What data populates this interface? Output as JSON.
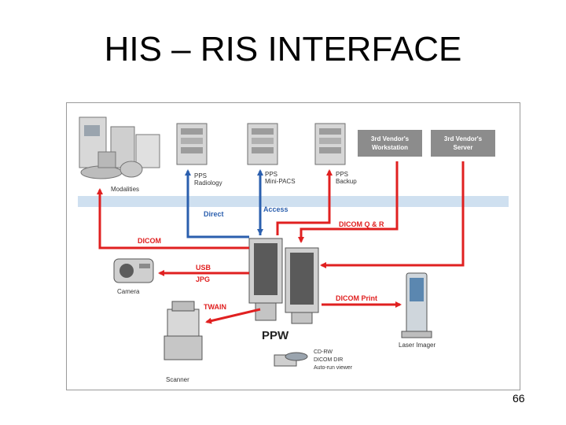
{
  "slide": {
    "title": "HIS – RIS INTERFACE",
    "page_number": "66"
  },
  "diagram": {
    "vendor_workstation": [
      "3rd Vendor's",
      "Workstation"
    ],
    "vendor_server": [
      "3rd Vendor's",
      "Server"
    ],
    "pps_radiology": [
      "PPS",
      "Radiology"
    ],
    "pps_minipacs": [
      "PPS",
      "Mini-PACS"
    ],
    "pps_backup": [
      "PPS",
      "Backup"
    ],
    "modalities": "Modalities",
    "camera": "Camera",
    "scanner": "Scanner",
    "laser_imager": "Laser Imager",
    "ppw": "PPW",
    "media": [
      "CD-RW",
      "DICOM DIR",
      "Auto-run viewer"
    ],
    "links": {
      "direct": "Direct",
      "access": "Access",
      "dicom_qr": "DICOM Q & R",
      "dicom": "DICOM",
      "usb": "USB",
      "jpg": "JPG",
      "twain": "TWAIN",
      "dicom_print": "DICOM Print"
    },
    "colors": {
      "red": "#e02020",
      "blue": "#2b5fae",
      "bus": "#cfe0f0",
      "box": "#8c8c8c"
    }
  }
}
